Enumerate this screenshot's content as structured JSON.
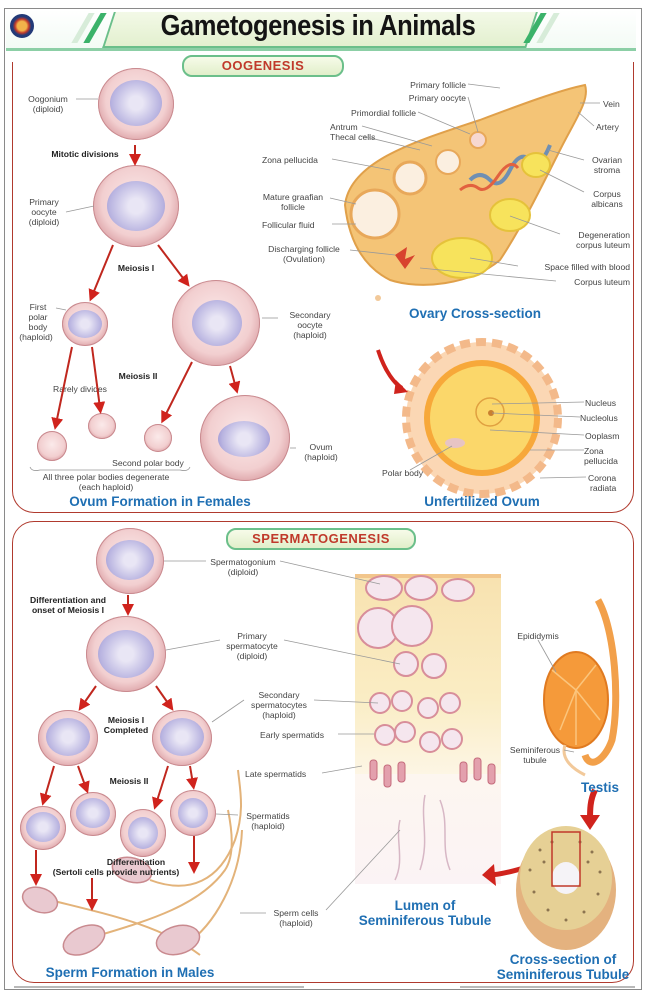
{
  "header": {
    "title": "Gametogenesis in Animals",
    "logo_icon": "publisher-logo-icon",
    "accent_color": "#6bbf8a"
  },
  "oogenesis": {
    "section_title": "OOGENESIS",
    "flow": {
      "oogonium": "Oogonium",
      "oogonium_ploidy": "(diploid)",
      "mitotic_divisions": "Mitotic divisions",
      "primary_oocyte_1": "Primary",
      "primary_oocyte_2": "oocyte",
      "primary_oocyte_ploidy": "(diploid)",
      "meiosis_1": "Meiosis I",
      "first_polar_1": "First",
      "first_polar_2": "polar",
      "first_polar_3": "body",
      "first_polar_ploidy": "(haploid)",
      "secondary_oocyte_1": "Secondary",
      "secondary_oocyte_2": "oocyte",
      "secondary_oocyte_ploidy": "(haploid)",
      "meiosis_2": "Meiosis II",
      "rarely_divides": "Rarely divides",
      "second_polar_body": "Second polar body",
      "ovum": "Ovum",
      "ovum_ploidy": "(haploid)",
      "degenerate_1": "All three polar bodies degenerate",
      "degenerate_2": "(each haploid)",
      "caption": "Ovum Formation in Females"
    },
    "ovary": {
      "labels_left": [
        "Primary follicle",
        "Primary oocyte",
        "Primordial follicle",
        "Antrum",
        "Thecal cells",
        "Zona pellucida",
        "Mature graafian",
        "follicle",
        "Follicular fluid",
        "Discharging follicle",
        "(Ovulation)"
      ],
      "labels_right": [
        "Vein",
        "Artery",
        "Ovarian",
        "stroma",
        "Corpus",
        "albicans",
        "Degeneration",
        "corpus luteum",
        "Space filled with blood",
        "Corpus luteum"
      ],
      "caption": "Ovary Cross-section"
    },
    "ovum_detail": {
      "labels": [
        "Nucleus",
        "Nucleolus",
        "Ooplasm",
        "Zona",
        "pellucida",
        "Corona",
        "radiata",
        "Polar body"
      ],
      "caption": "Unfertilized Ovum"
    }
  },
  "spermatogenesis": {
    "section_title": "SPERMATOGENESIS",
    "flow": {
      "spermatogonium": "Spermatogonium",
      "spermatogonium_ploidy": "(diploid)",
      "differentiation_1": "Differentiation and",
      "differentiation_2": "onset of Meiosis I",
      "primary_spermatocyte_1": "Primary",
      "primary_spermatocyte_2": "spermatocyte",
      "primary_spermatocyte_ploidy": "(diploid)",
      "meiosis_1_completed_1": "Meiosis I",
      "meiosis_1_completed_2": "Completed",
      "secondary_spermatocytes_1": "Secondary",
      "secondary_spermatocytes_2": "spermatocytes",
      "secondary_spermatocytes_ploidy": "(haploid)",
      "early_spermatids": "Early spermatids",
      "late_spermatids": "Late spermatids",
      "meiosis_2": "Meiosis II",
      "spermatids": "Spermatids",
      "spermatids_ploidy": "(haploid)",
      "differentiation_sertoli_1": "Differentiation",
      "differentiation_sertoli_2": "(Sertoli cells provide nutrients)",
      "sperm_cells": "Sperm cells",
      "sperm_cells_ploidy": "(haploid)",
      "caption": "Sperm Formation in Males"
    },
    "tubule": {
      "caption_1": "Lumen of",
      "caption_2": "Seminiferous Tubule"
    },
    "testis": {
      "epididymis": "Epididymis",
      "seminiferous_1": "Seminiferous",
      "seminiferous_2": "tubule",
      "caption": "Testis"
    },
    "cross_section": {
      "caption_1": "Cross-section of",
      "caption_2": "Seminiferous Tubule"
    }
  },
  "colors": {
    "caption_blue": "#1f6fb3",
    "section_red": "#c0392b",
    "arrow_red": "#d0231d"
  }
}
